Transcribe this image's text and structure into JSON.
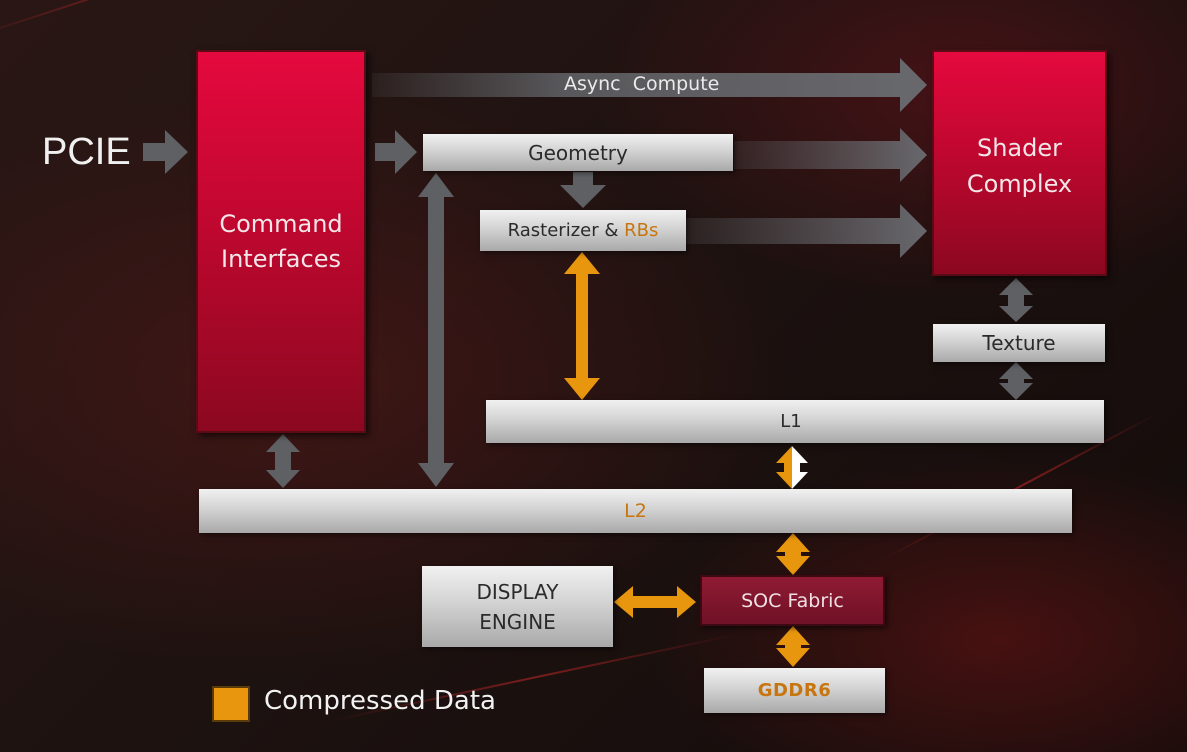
{
  "input_label": "PCIE",
  "blocks": {
    "command_interfaces": "Command Interfaces",
    "shader_complex": "Shader Complex",
    "geometry": "Geometry",
    "rasterizer_prefix": "Rasterizer & ",
    "rasterizer_rbs": "RBs",
    "texture": "Texture",
    "l1": "L1",
    "l2": "L2",
    "display_engine": "DISPLAY ENGINE",
    "soc_fabric": "SOC Fabric",
    "gddr6": "GDDR6"
  },
  "paths": {
    "async_compute": "Async  Compute"
  },
  "legend": {
    "label": "Compressed Data",
    "swatch_color": "#e8960e"
  },
  "colors": {
    "compressed_arrow": "#e8960e",
    "data_arrow": "#5f6064",
    "highlight_text": "#c7760f",
    "red_block": "#d8073a"
  }
}
